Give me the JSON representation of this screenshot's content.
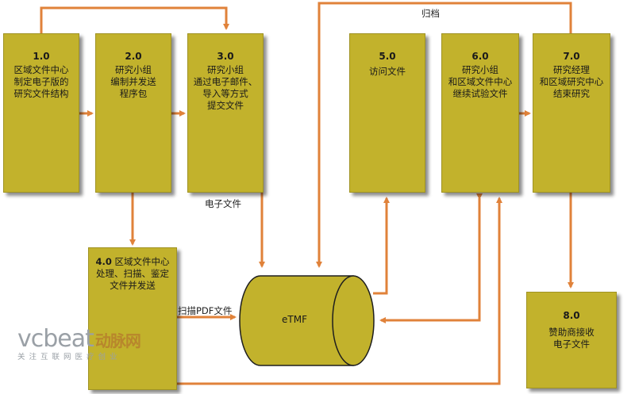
{
  "boxes": {
    "b1": {
      "num": "1.0",
      "text": "区域文件中心\n制定电子版的\n研究文件结构"
    },
    "b2": {
      "num": "2.0",
      "text": "研究小组\n编制并发送\n程序包"
    },
    "b3": {
      "num": "3.0",
      "text": "研究小组\n通过电子邮件、\n导入等方式\n提交文件"
    },
    "b4": {
      "num": "4.0",
      "text": "区域文件中心\n处理、扫描、鉴定\n文件并发送"
    },
    "b5": {
      "num": "5.0",
      "text": "访问文件"
    },
    "b6": {
      "num": "6.0",
      "text": "研究小组\n和区域文件中心\n继续试验文件"
    },
    "b7": {
      "num": "7.0",
      "text": "研究经理\n和区域研究中心\n结束研究"
    },
    "b8": {
      "num": "8.0",
      "text": "赞助商接收\n电子文件"
    }
  },
  "cylinder": {
    "label": "eTMF"
  },
  "edge_labels": {
    "archive": "归档",
    "electronic_files": "电子文件",
    "scanned_pdf": "扫描PDF文件"
  },
  "watermark": {
    "logo": "vcbeat",
    "logo_cn": "动脉网",
    "tagline": "关注互联网医疗创业"
  },
  "colors": {
    "box_fill": "#c2b22c",
    "arrow": "#e0823a"
  }
}
